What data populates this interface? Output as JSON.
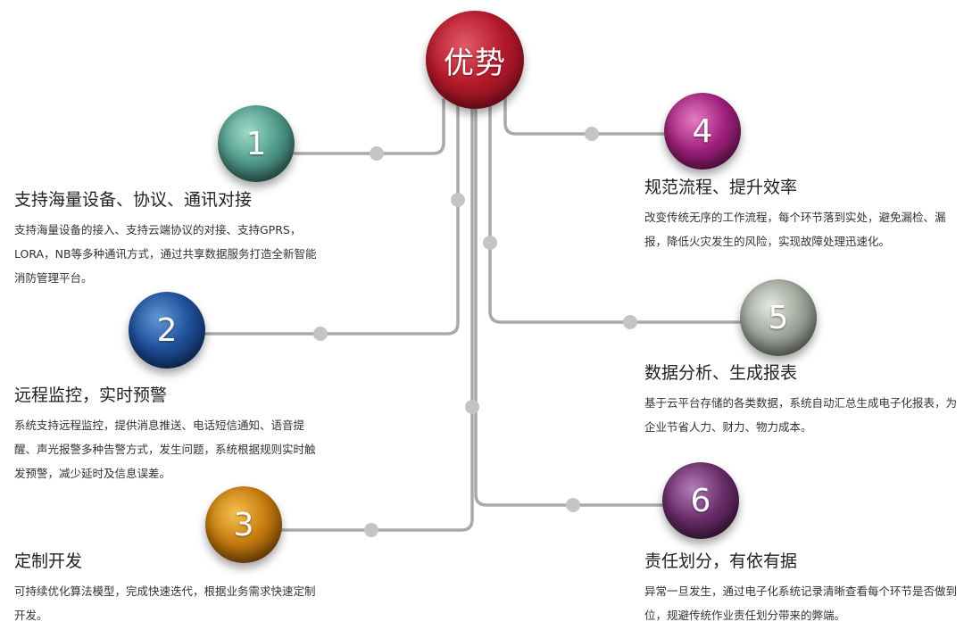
{
  "hub": {
    "label": "优势"
  },
  "items": [
    {
      "number": "1",
      "title": "支持海量设备、协议、通讯对接",
      "desc": "支持海量设备的接入、支持云端协议的对接、支持GPRS，LORA，NB等多种通讯方式，通过共享数据服务打造全新智能消防管理平台。"
    },
    {
      "number": "2",
      "title": "远程监控，实时预警",
      "desc": "系统支持远程监控，提供消息推送、电话短信通知、语音提醒、声光报警多种告警方式，发生问题，系统根据规则实时触发预警，减少延时及信息误差。"
    },
    {
      "number": "3",
      "title": "定制开发",
      "desc": "可持续优化算法模型，完成快速迭代，根据业务需求快速定制开发。"
    },
    {
      "number": "4",
      "title": "规范流程、提升效率",
      "desc": "改变传统无序的工作流程，每个环节落到实处，避免漏检、漏报，降低火灾发生的风险，实现故障处理迅速化。"
    },
    {
      "number": "5",
      "title": "数据分析、生成报表",
      "desc": "基于云平台存储的各类数据，系统自动汇总生成电子化报表，为企业节省人力、财力、物力成本。"
    },
    {
      "number": "6",
      "title": "责任划分，有依有据",
      "desc": "异常一旦发生，通过电子化系统记录清晰查看每个环节是否做到位，规避传统作业责任划分带来的弊端。"
    }
  ]
}
